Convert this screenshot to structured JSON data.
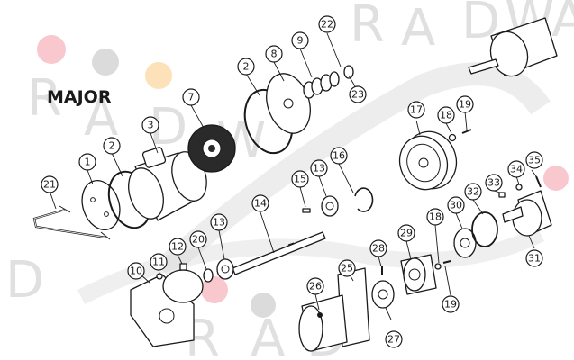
{
  "title": "MAJOR",
  "watermark": {
    "letters": [
      "R",
      "A",
      "D",
      "W",
      "A",
      "R",
      "A",
      "D",
      "W",
      "D",
      "R",
      "A",
      "D"
    ],
    "colors": {
      "pink": "#f7b5bd",
      "gray": "#cfcfcf",
      "orange": "#fbd9a8"
    }
  },
  "callouts": [
    "1",
    "2",
    "2",
    "3",
    "7",
    "8",
    "9",
    "10",
    "11",
    "12",
    "13",
    "13",
    "14",
    "15",
    "16",
    "17",
    "18",
    "18",
    "19",
    "19",
    "20",
    "21",
    "22",
    "23",
    "25",
    "26",
    "27",
    "28",
    "29",
    "30",
    "31",
    "32",
    "33",
    "34",
    "35"
  ]
}
